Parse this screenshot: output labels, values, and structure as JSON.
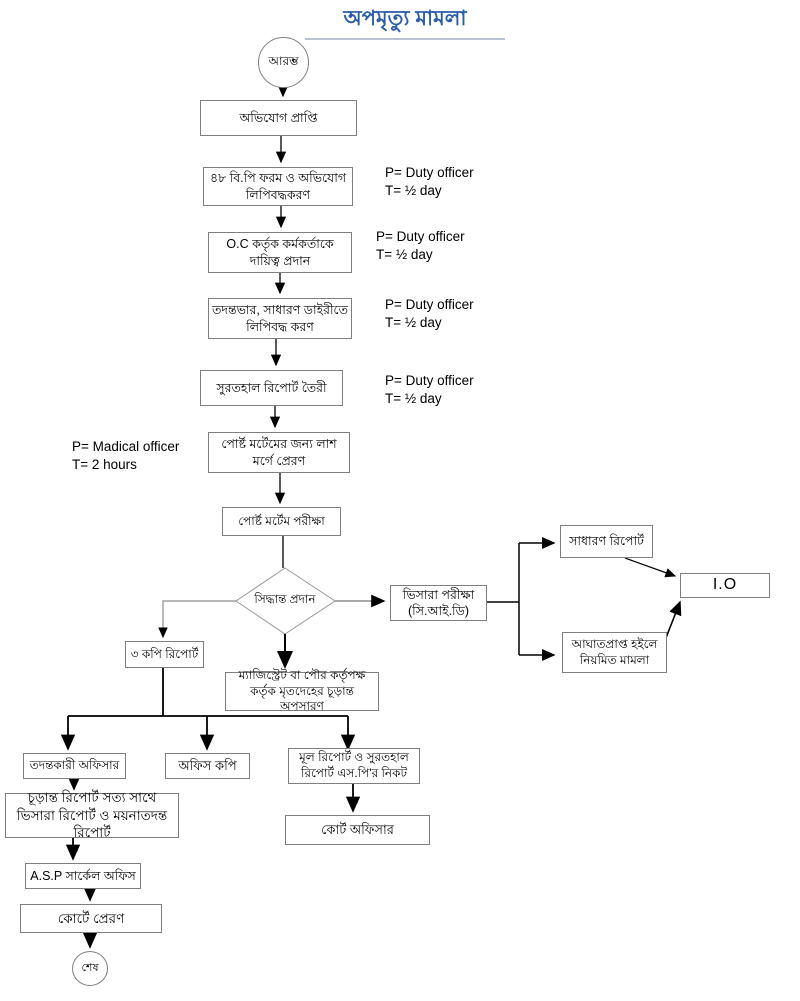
{
  "title": "অপমৃত্যু মামলা",
  "terminals": {
    "start": "আরম্ভ",
    "end": "শেষ"
  },
  "nodes": {
    "complaint": "অভিযোগ প্রাপ্তি",
    "bp_form": "৪৮ বি.পি ফরম ও অভিযোগ লিপিবদ্ধকরণ",
    "oc_assign": "O.C কর্তৃক কর্মকর্তাকে দায়িত্ব প্রদান",
    "gd_entry": "তদন্তভার, সাধারণ ডাইরীতে লিপিবদ্ধ করণ",
    "inquest_report": "সুরতহাল রিপোর্ট তৈরী",
    "send_to_morgue": "পোর্ষ্ট মর্টেমের জন্য লাশ মর্গে প্রেরণ",
    "postmortem_exam": "পোর্ষ্ট মর্টেম  পরীক্ষা",
    "decision": "সিদ্ধান্ত প্রদান",
    "viscera_test": "ভিসারা পরীক্ষা (সি.আই.ডি)",
    "general_report": "সাধারণ রিপোর্ট",
    "io": "I.O",
    "injury_regular_case": "আঘাতপ্রাপ্ত হইলে নিয়মিত মামলা",
    "three_copies": "৩ কপি রিপোর্ট",
    "magistrate_disposal": "ম্যাজিস্ট্রেট বা পৌর কর্তৃপক্ষ কর্তৃক মৃতদেহের চূড়ান্ত অপসারণ",
    "investigating_officer": "তদন্তকারী অফিসার",
    "office_copy": "অফিস কপি",
    "main_report_to_sp": "মূল রিপোর্ট ও সুরতহাল রিপোর্ট এস.পি'র নিকট",
    "final_report_bundle": "চূড়ান্ত রিপোর্ট সত্য সাথে ভিসারা রিপোর্ট ও ময়নাতদন্ত রিপোর্ট",
    "court_officer": "কোর্ট অফিসার",
    "asp_circle_office": "A.S.P সার্কেল অফিস",
    "send_to_court": "কোর্টে প্রেরণ"
  },
  "annotations": {
    "p_duty": "P= Duty officer",
    "t_half_day": "T= ½ day",
    "p_medical": "P= Madical officer",
    "t_2_hours": "T= 2 hours"
  },
  "colors": {
    "title": "#2a5caa",
    "box_border": "#7f7f7f",
    "line": "#000000",
    "diamond_border": "#999999"
  }
}
